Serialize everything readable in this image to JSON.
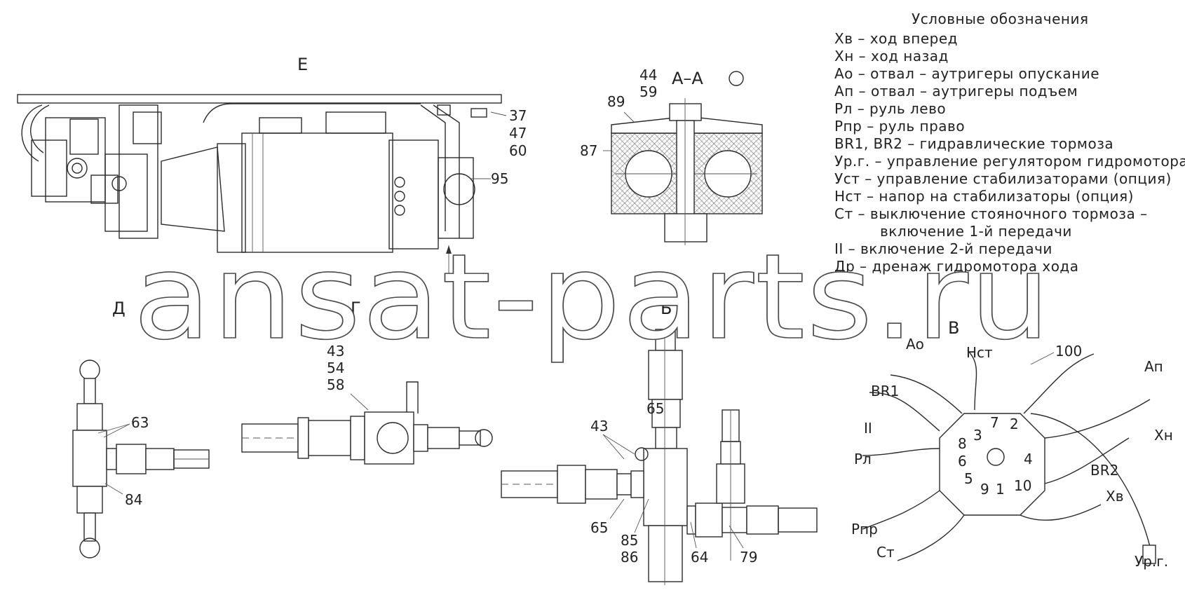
{
  "watermark": "ansat-parts.ru",
  "legend": {
    "title": "Условные обозначения",
    "items": [
      "Хв – ход вперед",
      "Хн – ход назад",
      "Ао – отвал – аутригеры опускание",
      "Ап – отвал – аутригеры подъем",
      "Рл – руль лево",
      "Рпр – руль право",
      "BR1, BR2 – гидравлические тормоза",
      "Ур.г. – управление регулятором гидромотора",
      "Уст – управление стабилизаторами (опция)",
      "Нст – напор на стабилизаторы (опция)",
      "Ст – выключение стояночного тормоза –",
      "включение 1-й передачи",
      "II – включение 2-й передачи",
      "Др – дренаж гидромотора хода"
    ]
  },
  "views": {
    "E": "Е",
    "AA": "А–А",
    "D": "Д",
    "G": "Г",
    "B": "Б",
    "V": "В"
  },
  "callouts": {
    "top_view": [
      "37",
      "47",
      "60",
      "95"
    ],
    "section_aa": [
      "44",
      "59",
      "89",
      "87"
    ],
    "view_d": [
      "63",
      "84"
    ],
    "view_g": [
      "43",
      "54",
      "58"
    ],
    "view_b": [
      "65",
      "43",
      "65",
      "85",
      "86",
      "64",
      "79"
    ],
    "view_v": {
      "part": "100",
      "ports": [
        "Ао",
        "Нст",
        "Ап",
        "BR1",
        "II",
        "Хн",
        "Рл",
        "BR2",
        "Хв",
        "Рпр",
        "Ст",
        "Ур.г."
      ],
      "digits": [
        "3",
        "7",
        "2",
        "8",
        "6",
        "4",
        "5",
        "9",
        "1",
        "10"
      ]
    }
  }
}
